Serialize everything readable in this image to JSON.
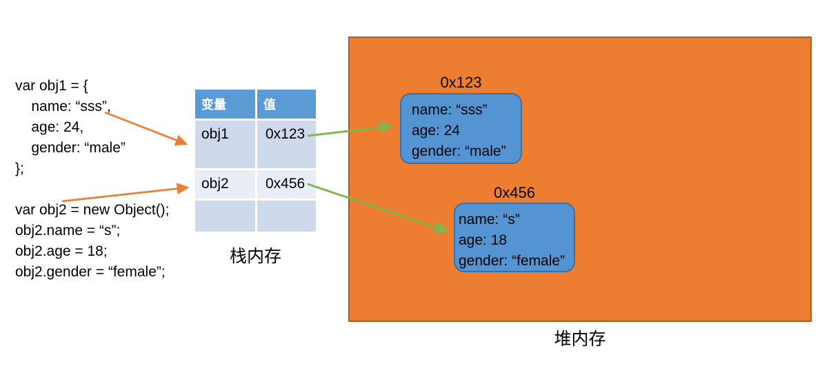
{
  "colors": {
    "arrow-orange": "#E8803A",
    "arrow-green": "#7CB84C",
    "heap-fill": "#ED7D31",
    "heap-border": "#AE5A21",
    "object-fill": "#5494D2",
    "object-border": "#3E6FA0",
    "table-header-bg": "#5B9BD5",
    "table-row-dark": "#CED9EB",
    "table-row-light": "#E9EDF6"
  },
  "code": {
    "lines": [
      "var obj1 = {",
      "    name: “sss”,",
      "    age: 24,",
      "    gender: “male”",
      "};",
      "",
      "var obj2 = new Object();",
      "obj2.name = “s”;",
      "obj2.age = 18;",
      "obj2.gender = “female”;"
    ]
  },
  "stack_table": {
    "headers": [
      "变量",
      "值"
    ],
    "rows": [
      {
        "variable": "obj1",
        "value": "0x123"
      },
      {
        "variable": "obj2",
        "value": "0x456"
      },
      {
        "variable": "",
        "value": ""
      }
    ],
    "caption": "栈内存"
  },
  "heap": {
    "caption": "堆内存",
    "objects": [
      {
        "address": "0x123",
        "lines": [
          "name: “sss”",
          "age: 24",
          "gender: “male”"
        ]
      },
      {
        "address": "0x456",
        "lines": [
          "name: “s”",
          "age: 18",
          "gender: “female”"
        ]
      }
    ]
  }
}
